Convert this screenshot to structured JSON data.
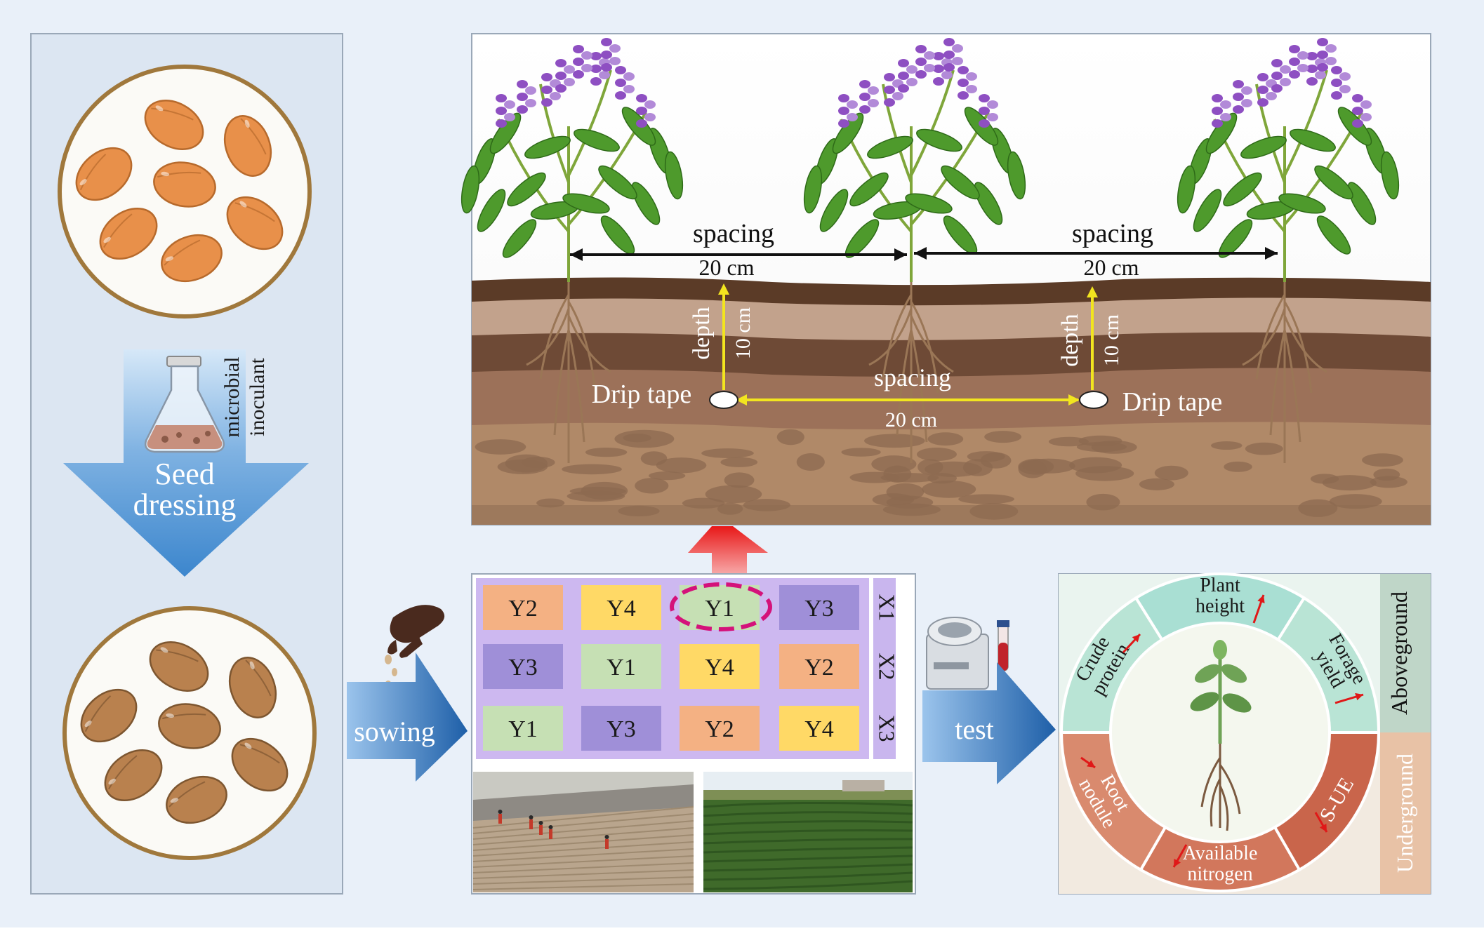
{
  "colors": {
    "background": "#E9F0F9",
    "panel": "#DCE6F2",
    "arrow_blue": "#2E75B6",
    "seed_raw": "#E8904A",
    "seed_dressed": "#B9814E",
    "seed_border": "#A0783C",
    "y1": "#C6E0B4",
    "y2": "#F4B183",
    "y3": "#9F8FD8",
    "y4": "#FFD966",
    "grid_bg": "#CDB8F0",
    "red_arrow": "#E82020",
    "highlight": "#D4127A",
    "ring_top": "#A9DFD3",
    "ring_bottom": "#C9654B",
    "guide_black": "#111111",
    "guide_yellow": "#F2E51F"
  },
  "seed_dressing": {
    "inoculant_line1": "microbial",
    "inoculant_line2": "inoculant",
    "label_line1": "Seed",
    "label_line2": "dressing",
    "flask_icon": "flask-icon"
  },
  "sowing": {
    "label": "sowing",
    "hand_icon": "hand-icon"
  },
  "test": {
    "label": "test",
    "centrifuge_icon": "centrifuge-icon",
    "tube_icon": "test-tube-icon"
  },
  "field": {
    "spacing_left": {
      "label": "spacing",
      "value": "20 cm"
    },
    "spacing_right": {
      "label": "spacing",
      "value": "20 cm"
    },
    "depth_left": {
      "label": "depth",
      "value": "10 cm"
    },
    "depth_right": {
      "label": "depth",
      "value": "10 cm"
    },
    "drip_left": "Drip tape",
    "drip_right": "Drip tape",
    "drip_spacing": {
      "label": "spacing",
      "value": "20 cm"
    }
  },
  "grid": {
    "rows": [
      {
        "label": "X1",
        "cells": [
          "Y2",
          "Y4",
          "Y1",
          "Y3"
        ]
      },
      {
        "label": "X2",
        "cells": [
          "Y3",
          "Y1",
          "Y4",
          "Y2"
        ]
      },
      {
        "label": "X3",
        "cells": [
          "Y1",
          "Y3",
          "Y2",
          "Y4"
        ]
      }
    ],
    "highlighted": "Y1"
  },
  "results": {
    "aboveground": "Aboveground",
    "underground": "Underground",
    "plant_height": [
      "Plant",
      "height"
    ],
    "crude_protein": [
      "Crude",
      "protein"
    ],
    "forage_yield": [
      "Forage",
      "yield"
    ],
    "root_nodule": [
      "Root",
      "nodule"
    ],
    "available_nitrogen": [
      "Available",
      "nitrogen"
    ],
    "s_ue": "S-UE",
    "trend_icon": "red-arrow-icon"
  }
}
